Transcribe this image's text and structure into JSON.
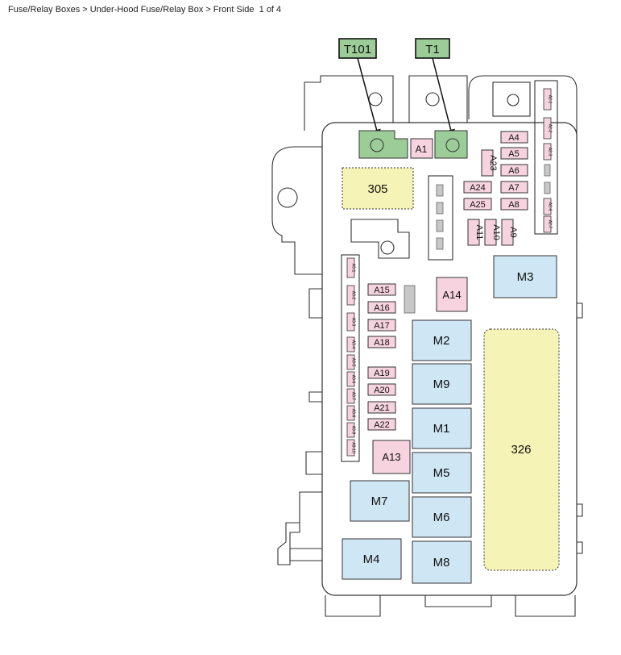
{
  "breadcrumb": {
    "items": [
      "Fuse/Relay Boxes",
      "Under-Hood Fuse/Relay Box",
      "Front Side"
    ],
    "separator": ">",
    "page": "1 of 4"
  },
  "colors": {
    "relay_blue": "#cfe6f4",
    "fuse_pink": "#f6d3df",
    "terminal_green": "#9ccd98",
    "block_yellow": "#f6f3b6",
    "slot_gray": "#c8c8c8",
    "outline": "#333333"
  },
  "callouts": [
    {
      "id": "T101",
      "label": "T101"
    },
    {
      "id": "T1",
      "label": "T1"
    }
  ],
  "terminals": [
    {
      "id": "T101"
    },
    {
      "id": "T1"
    }
  ],
  "blocks": [
    {
      "id": "305",
      "label": "305"
    },
    {
      "id": "326",
      "label": "326"
    }
  ],
  "relays": [
    {
      "id": "M1",
      "label": "M1"
    },
    {
      "id": "M2",
      "label": "M2"
    },
    {
      "id": "M3",
      "label": "M3"
    },
    {
      "id": "M4",
      "label": "M4"
    },
    {
      "id": "M5",
      "label": "M5"
    },
    {
      "id": "M6",
      "label": "M6"
    },
    {
      "id": "M7",
      "label": "M7"
    },
    {
      "id": "M8",
      "label": "M8"
    },
    {
      "id": "M9",
      "label": "M9"
    }
  ],
  "fuses": [
    {
      "id": "A1",
      "label": "A1"
    },
    {
      "id": "A4",
      "label": "A4"
    },
    {
      "id": "A5",
      "label": "A5"
    },
    {
      "id": "A6",
      "label": "A6"
    },
    {
      "id": "A7",
      "label": "A7"
    },
    {
      "id": "A8",
      "label": "A8"
    },
    {
      "id": "A9",
      "label": "A9"
    },
    {
      "id": "A10",
      "label": "A10"
    },
    {
      "id": "A11",
      "label": "A11"
    },
    {
      "id": "A13",
      "label": "A13"
    },
    {
      "id": "A14",
      "label": "A14"
    },
    {
      "id": "A15",
      "label": "A15"
    },
    {
      "id": "A16",
      "label": "A16"
    },
    {
      "id": "A17",
      "label": "A17"
    },
    {
      "id": "A18",
      "label": "A18"
    },
    {
      "id": "A19",
      "label": "A19"
    },
    {
      "id": "A20",
      "label": "A20"
    },
    {
      "id": "A21",
      "label": "A21"
    },
    {
      "id": "A22",
      "label": "A22"
    },
    {
      "id": "A23",
      "label": "A23"
    },
    {
      "id": "A24",
      "label": "A24"
    },
    {
      "id": "A25",
      "label": "A25"
    }
  ],
  "mini_fuses_right": [
    {
      "id": "A2-1",
      "label": "A2-1"
    },
    {
      "id": "A2-2",
      "label": "A2-2"
    },
    {
      "id": "A2-3",
      "label": "A2-3"
    },
    {
      "id": "A2-6",
      "label": "A2-6"
    },
    {
      "id": "A2-7",
      "label": "A2-7"
    }
  ],
  "mini_fuses_left": [
    {
      "id": "A3-1",
      "label": "A3-1"
    },
    {
      "id": "A3-2",
      "label": "A3-2"
    },
    {
      "id": "A3-3",
      "label": "A3-3"
    },
    {
      "id": "A3-4",
      "label": "A3-4"
    },
    {
      "id": "A3-5",
      "label": "A3-5"
    },
    {
      "id": "A3-6",
      "label": "A3-6"
    },
    {
      "id": "A3-7",
      "label": "A3-7"
    },
    {
      "id": "A3-8",
      "label": "A3-8"
    },
    {
      "id": "A3-9",
      "label": "A3-9"
    },
    {
      "id": "A3-10",
      "label": "A3-10"
    }
  ]
}
